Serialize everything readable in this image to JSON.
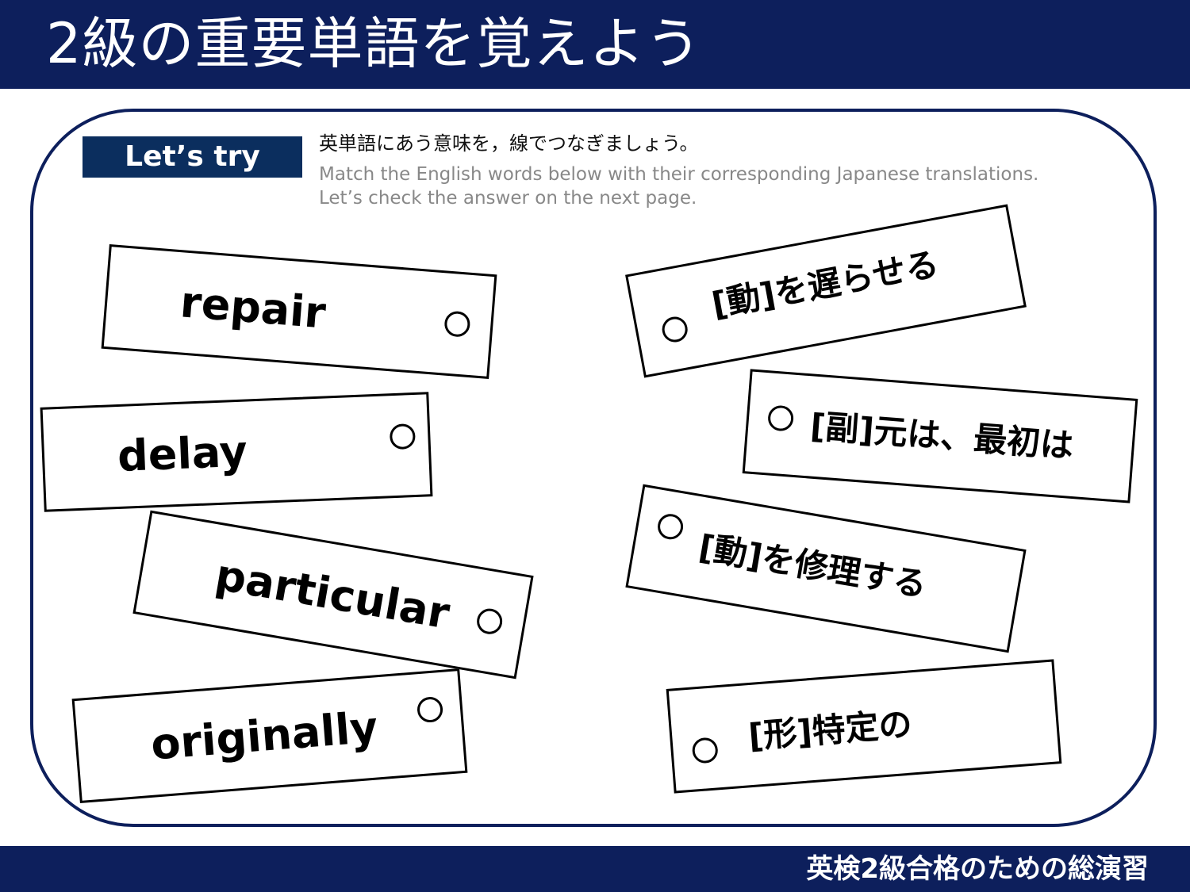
{
  "header": {
    "title": "2級の重要単語を覚えよう"
  },
  "badge": {
    "label": "Let’s try"
  },
  "instructions": {
    "japanese": "英単語にあう意味を，線でつなぎましょう。",
    "english_line1": "Match the English words below with their corresponding Japanese translations.",
    "english_line2": "Let’s check the answer on the next page."
  },
  "english_words": [
    "repair",
    "delay",
    "particular",
    "originally"
  ],
  "japanese_meanings": [
    "[動]を遅らせる",
    "[副]元は、最初は",
    "[動]を修理する",
    "[形]特定の"
  ],
  "footer": {
    "text": "英検2級合格のための総演習"
  }
}
